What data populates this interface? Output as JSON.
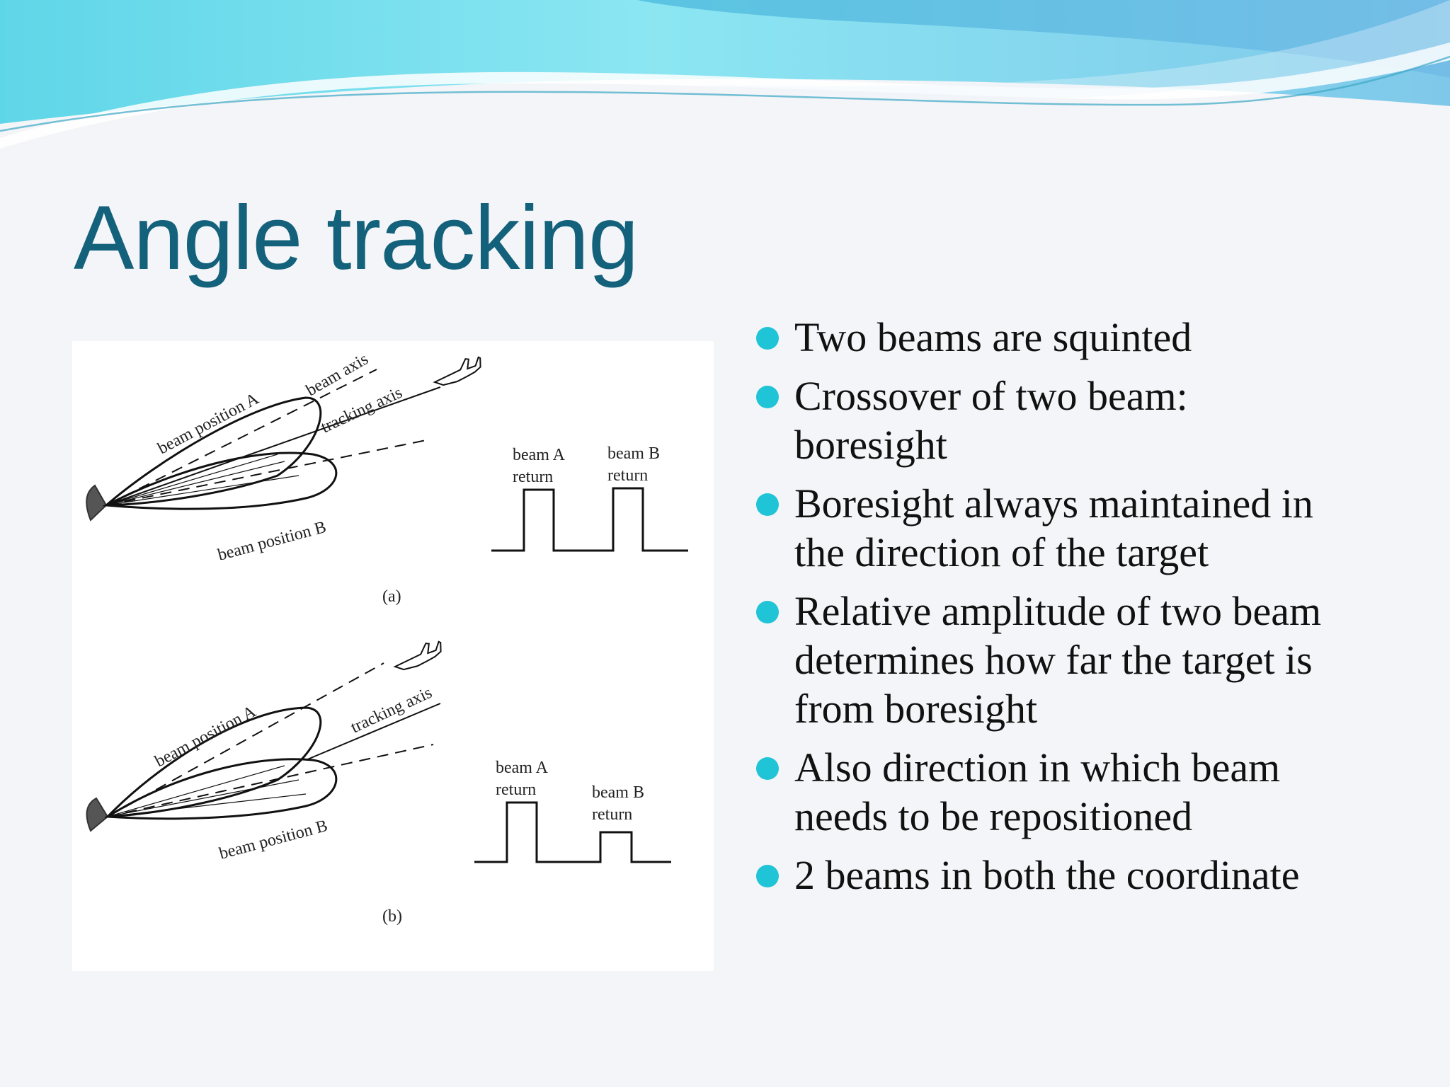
{
  "slide": {
    "title": "Angle tracking",
    "accent_color": "#13617a",
    "bullet_color": "#1fc4d6"
  },
  "figure": {
    "panel_a": {
      "label_beam_position_a": "beam position A",
      "label_beam_position_b": "beam position B",
      "label_beam_axis": "beam axis",
      "label_tracking_axis": "tracking axis",
      "return_a_line1": "beam A",
      "return_a_line2": "return",
      "return_b_line1": "beam B",
      "return_b_line2": "return",
      "caption": "(a)"
    },
    "panel_b": {
      "label_beam_position_a": "beam position A",
      "label_beam_position_b": "beam position B",
      "label_tracking_axis": "tracking axis",
      "return_a_line1": "beam A",
      "return_a_line2": "return",
      "return_b_line1": "beam B",
      "return_b_line2": "return",
      "caption": "(b)"
    }
  },
  "bullets": [
    {
      "lines": [
        "Two beams are squinted"
      ]
    },
    {
      "lines": [
        "Crossover of two beam:",
        "boresight"
      ]
    },
    {
      "lines": [
        "Boresight always maintained in",
        "the direction of the target"
      ]
    },
    {
      "lines": [
        "Relative amplitude of two beam",
        "determines how far the target is",
        "from boresight"
      ]
    },
    {
      "lines": [
        "Also direction in which beam",
        "needs to be repositioned"
      ]
    },
    {
      "lines": [
        "2 beams in both the coordinate"
      ]
    }
  ]
}
